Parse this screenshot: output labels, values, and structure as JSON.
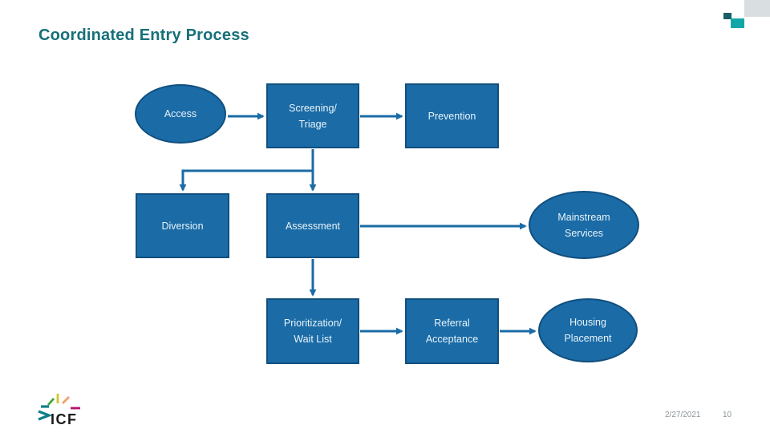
{
  "slide": {
    "title": "Coordinated Entry Process",
    "footer": {
      "date": "2/27/2021",
      "page_number": "10"
    },
    "logo_text": "ICF"
  },
  "colors": {
    "title_text": "#17707A",
    "node_fill": "#1A6BA6",
    "node_border": "#114F7E",
    "node_text": "#EAF4FB",
    "connector": "#1A6BA6",
    "corner_gray": "#D9DEE1",
    "corner_teal": "#12A7A7",
    "corner_dark_teal": "#1B5F68",
    "footer_text": "#8A9499",
    "logo_teal": "#0D7D8A",
    "logo_green": "#3FA43C",
    "logo_yellow": "#D2C727",
    "logo_peach": "#F2A170",
    "logo_magenta": "#B4126B"
  },
  "flowchart": {
    "nodes": [
      {
        "id": "access",
        "shape": "ellipse",
        "label": "Access"
      },
      {
        "id": "screening-triage",
        "shape": "rect",
        "label": "Screening/\nTriage"
      },
      {
        "id": "prevention",
        "shape": "rect",
        "label": "Prevention"
      },
      {
        "id": "diversion",
        "shape": "rect",
        "label": "Diversion"
      },
      {
        "id": "assessment",
        "shape": "rect",
        "label": "Assessment"
      },
      {
        "id": "mainstream-services",
        "shape": "ellipse",
        "label": "Mainstream\nServices"
      },
      {
        "id": "prioritization-wait-list",
        "shape": "rect",
        "label": "Prioritization/\nWait List"
      },
      {
        "id": "referral-acceptance",
        "shape": "rect",
        "label": "Referral\nAcceptance"
      },
      {
        "id": "housing-placement",
        "shape": "ellipse",
        "label": "Housing\nPlacement"
      }
    ],
    "edges": [
      "Access -> Screening/Triage",
      "Screening/Triage -> Prevention",
      "Screening/Triage -> Diversion",
      "Screening/Triage -> Assessment",
      "Assessment -> Mainstream Services",
      "Assessment -> Prioritization/Wait List",
      "Prioritization/Wait List -> Referral Acceptance",
      "Referral Acceptance -> Housing Placement"
    ]
  }
}
